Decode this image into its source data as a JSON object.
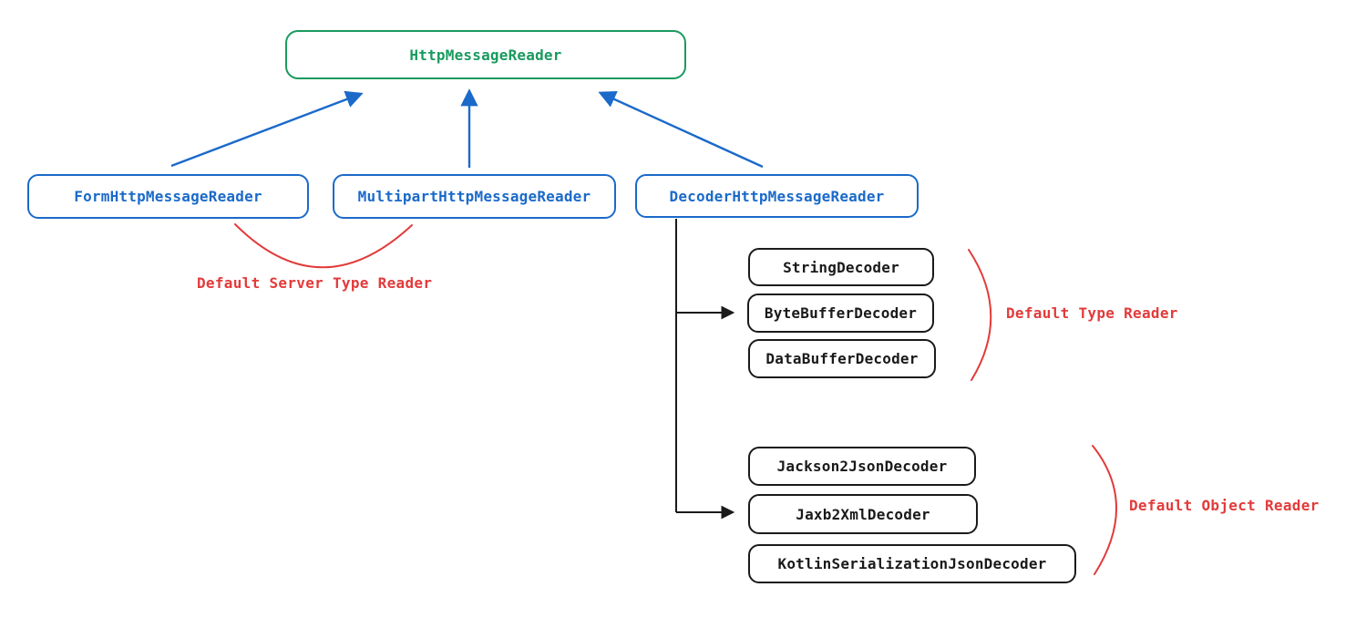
{
  "diagram": {
    "root": {
      "label": "HttpMessageReader"
    },
    "readers": [
      {
        "label": "FormHttpMessageReader"
      },
      {
        "label": "MultipartHttpMessageReader"
      },
      {
        "label": "DecoderHttpMessageReader"
      }
    ],
    "type_decoders": [
      {
        "label": "StringDecoder"
      },
      {
        "label": "ByteBufferDecoder"
      },
      {
        "label": "DataBufferDecoder"
      }
    ],
    "object_decoders": [
      {
        "label": "Jackson2JsonDecoder"
      },
      {
        "label": "Jaxb2XmlDecoder"
      },
      {
        "label": "KotlinSerializationJsonDecoder"
      }
    ],
    "annotations": {
      "server_type_reader": "Default Server Type Reader",
      "type_reader": "Default Type Reader",
      "object_reader": "Default Object Reader"
    }
  },
  "colors": {
    "root_accent": "#1a9a5e",
    "reader_accent": "#1b6ac9",
    "decoder_accent": "#1a1a1a",
    "annotation_accent": "#e23b3b",
    "background": "#ffffff"
  }
}
